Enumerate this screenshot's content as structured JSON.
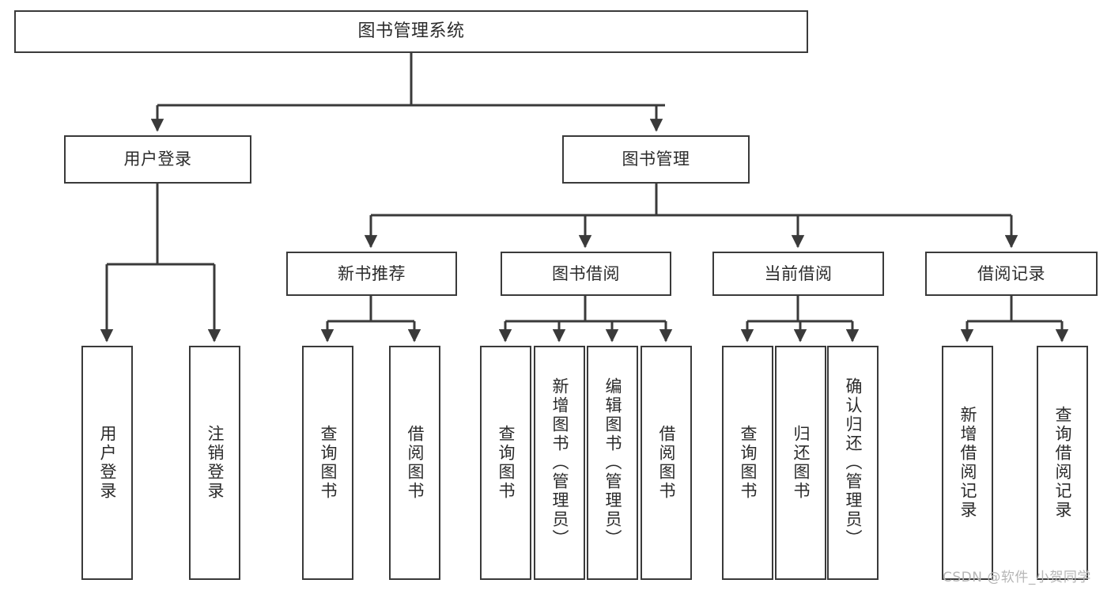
{
  "diagram": {
    "title": "图书管理系统",
    "type": "tree-hierarchy-diagram",
    "colors": {
      "box_stroke": "#3a3a3a",
      "box_fill": "#ffffff",
      "connector": "#3a3a3a",
      "text": "#2b2b2b",
      "watermark": "#b6b6b6"
    },
    "nodes": {
      "root": {
        "label": "图书管理系统"
      },
      "level2": [
        {
          "label": "用户登录"
        },
        {
          "label": "图书管理"
        }
      ],
      "level3": [
        {
          "label": "新书推荐"
        },
        {
          "label": "图书借阅"
        },
        {
          "label": "当前借阅"
        },
        {
          "label": "借阅记录"
        }
      ],
      "leaves_user_login": [
        {
          "label": "用户登录"
        },
        {
          "label": "注销登录"
        }
      ],
      "leaves_new_book": [
        {
          "label": "查询图书"
        },
        {
          "label": "借阅图书"
        }
      ],
      "leaves_book_borrow": [
        {
          "label": "查询图书"
        },
        {
          "label": "新增图书（管理员）"
        },
        {
          "label": "编辑图书（管理员）"
        },
        {
          "label": "借阅图书"
        }
      ],
      "leaves_current_borrow": [
        {
          "label": "查询图书"
        },
        {
          "label": "归还图书"
        },
        {
          "label": "确认归还（管理员）"
        }
      ],
      "leaves_borrow_record": [
        {
          "label": "新增借阅记录"
        },
        {
          "label": "查询借阅记录"
        }
      ]
    },
    "watermark": "CSDN @软件_小贺同学"
  }
}
